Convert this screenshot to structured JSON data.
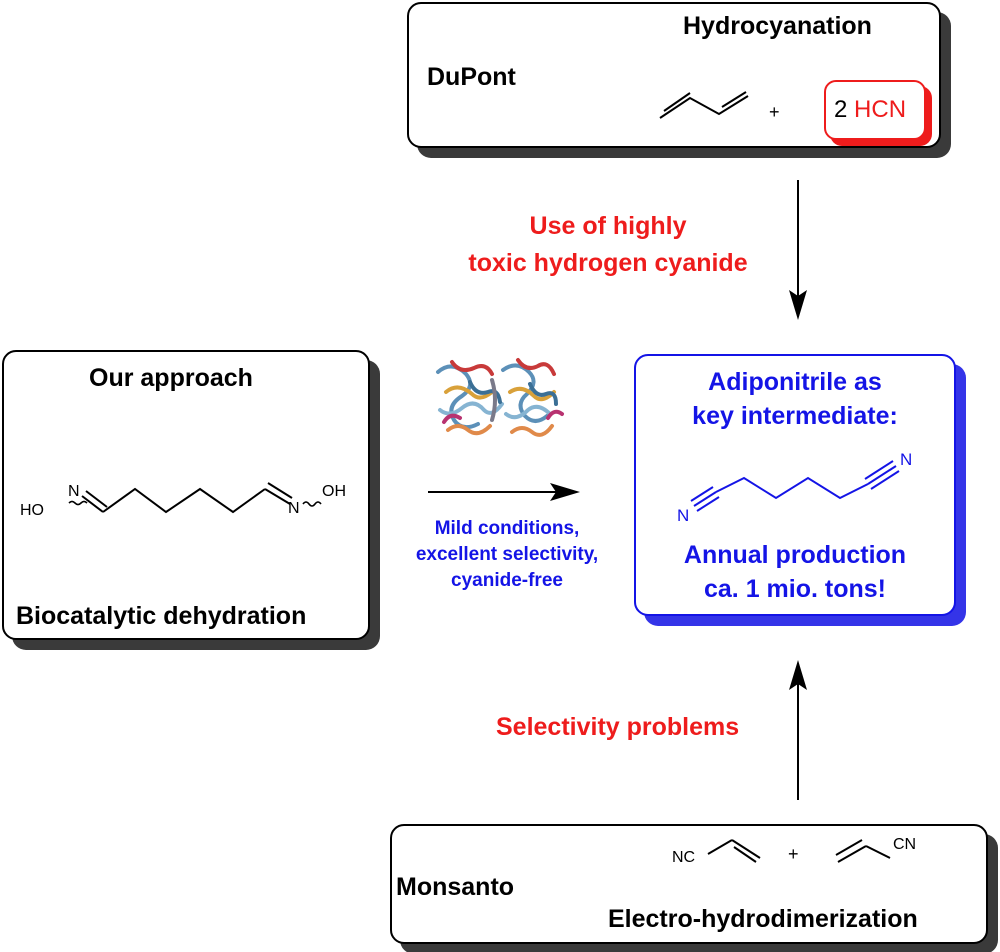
{
  "dupont": {
    "company": "DuPont",
    "process": "Hydrocyanation",
    "plus": "+",
    "reagent": "2 HCN",
    "reagent_count": "2",
    "reagent_formula": "HCN"
  },
  "top_arrow_note": {
    "line1": "Use of highly",
    "line2": "toxic hydrogen cyanide"
  },
  "our_approach": {
    "title": "Our approach",
    "subtitle": "Biocatalytic dehydration",
    "ho_left": "HO",
    "n_left": "N",
    "n_right": "N",
    "oh_right": "OH"
  },
  "enzyme": {
    "icon": "protein-structure-icon"
  },
  "middle_arrow_note": {
    "line1": "Mild conditions,",
    "line2": "excellent selectivity,",
    "line3": "cyanide-free"
  },
  "target": {
    "title_line1": "Adiponitrile as",
    "title_line2": "key intermediate:",
    "n_left": "N",
    "n_right": "N",
    "production_line1": "Annual production",
    "production_line2": "ca. 1 mio. tons!"
  },
  "bottom_arrow_note": {
    "text": "Selectivity problems"
  },
  "monsanto": {
    "company": "Monsanto",
    "process": "Electro-hydrodimerization",
    "nc_left": "NC",
    "plus": "+",
    "cn_right": "CN"
  },
  "colors": {
    "red": "#ee1c1c",
    "blue": "#1414e6",
    "black": "#000000",
    "shadow": "#3a3a3a"
  }
}
